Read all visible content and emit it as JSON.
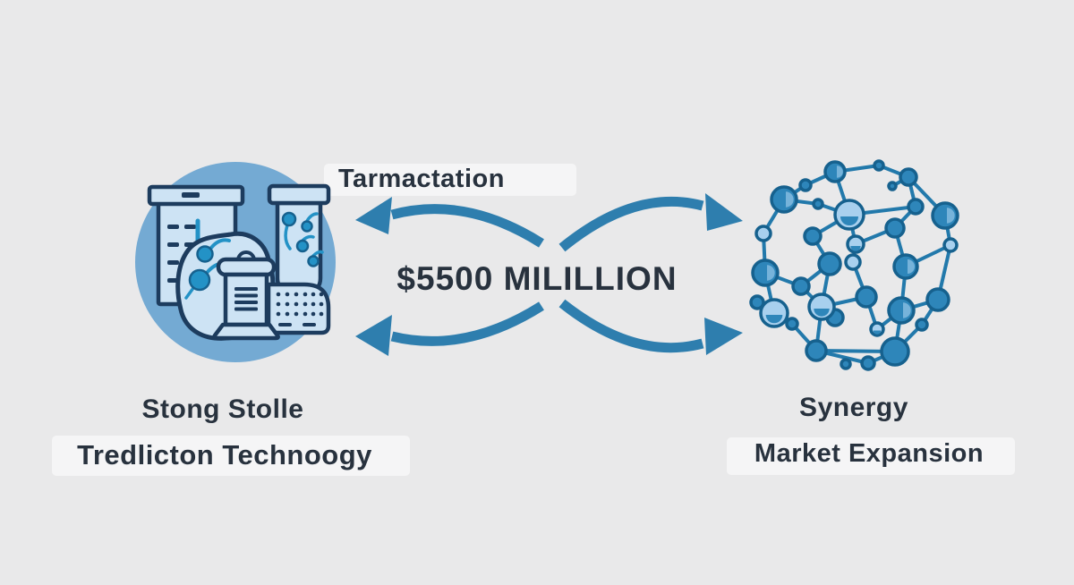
{
  "diagram": {
    "transaction_label": "Tarmactation",
    "amount": "$5500 MILILLION",
    "left_entity": {
      "line1": "Stong Stolle",
      "line2": "Tredlicton Technoogy",
      "icon": "lab-equipment-icon"
    },
    "right_entity": {
      "line1": "Synergy",
      "line2": "Market Expansion",
      "icon": "network-graph-icon"
    }
  },
  "colors": {
    "background": "#e9e9ea",
    "arrow": "#2e7eae",
    "circle_bg": "#74aad3",
    "icon_fill": "#cde3f4",
    "icon_stroke": "#1d3c5e",
    "accent": "#2392c6",
    "net_edge": "#2279ab",
    "node_fill": "#2e86ba",
    "node_stroke": "#16618e",
    "node_light": "#a8d0ee",
    "node_highlight": "#76b3da",
    "text": "#28323e"
  }
}
